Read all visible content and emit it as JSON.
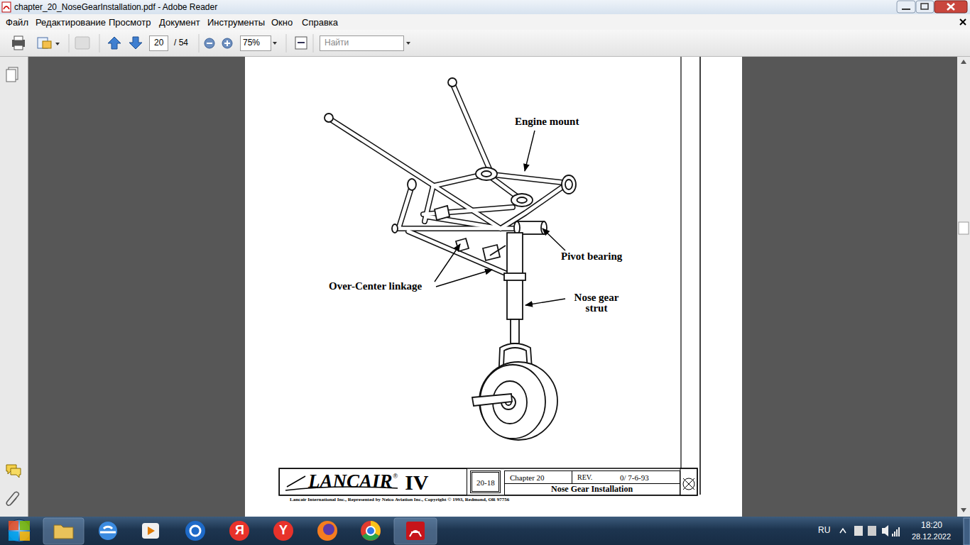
{
  "diagram": {
    "nodes": [
      {
        "text": [
          "LANCAIR",
          "®",
          "IV"
        ]
      },
      {
        "text": [
          "20-18"
        ]
      },
      {
        "text": [
          "Chapter 20"
        ]
      },
      {
        "text": [
          "REV.",
          "0/ 7-6-93"
        ]
      },
      {
        "text": [
          "Nose Gear Installation"
        ]
      }
    ],
    "labels": [
      "chapter_20_NoseGearInstallation.pdf - Adobe Reader",
      "Файл",
      "Редактирование",
      "Просмотр",
      "Документ",
      "Инструменты",
      "Окно",
      "Справка",
      "20",
      "/ 54",
      "75%",
      "Найти",
      "Engine mount",
      "Pivot bearing",
      "Over-Center linkage",
      "Nose gear strut",
      "Lancair International Inc., Represented by Neico Aviation Inc., Copyright © 1993, Redmond, OR 97756",
      "Я",
      "Y",
      "RU",
      "18:20",
      "28.12.2022"
    ]
  }
}
